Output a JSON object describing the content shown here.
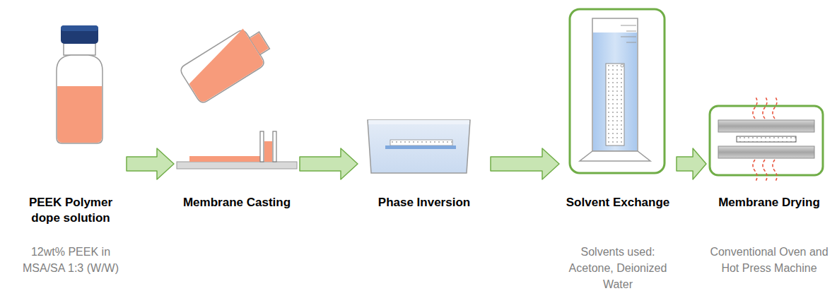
{
  "diagram": {
    "nodes": [
      {
        "text": [
          "PEEK Polymer dope solution",
          "12wt% PEEK in MSA/SA 1:3 (W/W)"
        ]
      },
      {
        "text": [
          "Membrane Casting"
        ]
      },
      {
        "text": [
          "Phase Inversion"
        ]
      },
      {
        "text": [
          "Solvent Exchange",
          "Solvents used: Acetone, Deionized Water"
        ]
      },
      {
        "text": [
          "Membrane Drying",
          "Conventional Oven and Hot Press Machine"
        ]
      }
    ],
    "edges": [
      {
        "from": 0,
        "to": 1,
        "arrow": "to"
      },
      {
        "from": 1,
        "to": 2,
        "arrow": "to"
      },
      {
        "from": 2,
        "to": 3,
        "arrow": "to"
      },
      {
        "from": 3,
        "to": 4,
        "arrow": "to"
      }
    ]
  }
}
